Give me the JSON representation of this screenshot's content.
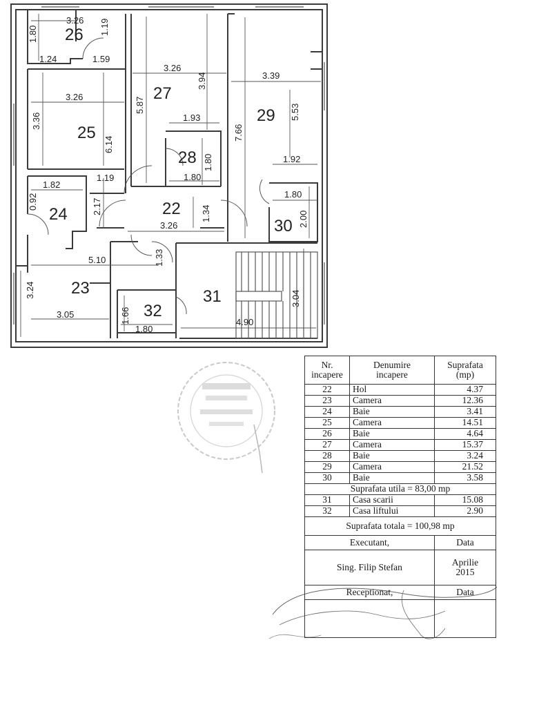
{
  "dimensions": [
    "3.26",
    "1.80",
    "1.24",
    "1.59",
    "1.19",
    "3.26",
    "3.94",
    "3.39",
    "3.26",
    "5.87",
    "1.93",
    "5.53",
    "3.36",
    "6.14",
    "7.66",
    "1.80",
    "1.80",
    "1.92",
    "1.82",
    "1.19",
    "2.17",
    "1.80",
    "0.92",
    "3.26",
    "1.34",
    "2.00",
    "5.10",
    "1.33",
    "3.24",
    "3.04",
    "1.66",
    "1.80",
    "3.05",
    "4.90"
  ],
  "rooms": [
    "26",
    "27",
    "29",
    "25",
    "28",
    "24",
    "22",
    "30",
    "23",
    "32",
    "31"
  ],
  "table": {
    "header": {
      "nr": "Nr.\nincapere",
      "name": "Denumire\nincapere",
      "area": "Suprafata\n(mp)"
    },
    "rows_utile": [
      {
        "nr": "22",
        "name": "Hol",
        "area": "4.37"
      },
      {
        "nr": "23",
        "name": "Camera",
        "area": "12.36"
      },
      {
        "nr": "24",
        "name": "Baie",
        "area": "3.41"
      },
      {
        "nr": "25",
        "name": "Camera",
        "area": "14.51"
      },
      {
        "nr": "26",
        "name": "Baie",
        "area": "4.64"
      },
      {
        "nr": "27",
        "name": "Camera",
        "area": "15.37"
      },
      {
        "nr": "28",
        "name": "Baie",
        "area": "3.24"
      },
      {
        "nr": "29",
        "name": "Camera",
        "area": "21.52"
      },
      {
        "nr": "30",
        "name": "Baie",
        "area": "3.58"
      }
    ],
    "suprafata_utila": "Suprafata utila = 83,00 mp",
    "rows_comune": [
      {
        "nr": "31",
        "name": "Casa scarii",
        "area": "15.08"
      },
      {
        "nr": "32",
        "name": "Casa liftului",
        "area": "2.90"
      }
    ],
    "suprafata_totala": "Suprafata totala = 100,98 mp",
    "executant_label": "Executant,",
    "data_label": "Data",
    "executant_name": "Sing. Filip  Stefan",
    "date_value": "Aprilie\n2015",
    "receptionat_label": "Receptionat,",
    "data_label_2": "Data"
  }
}
